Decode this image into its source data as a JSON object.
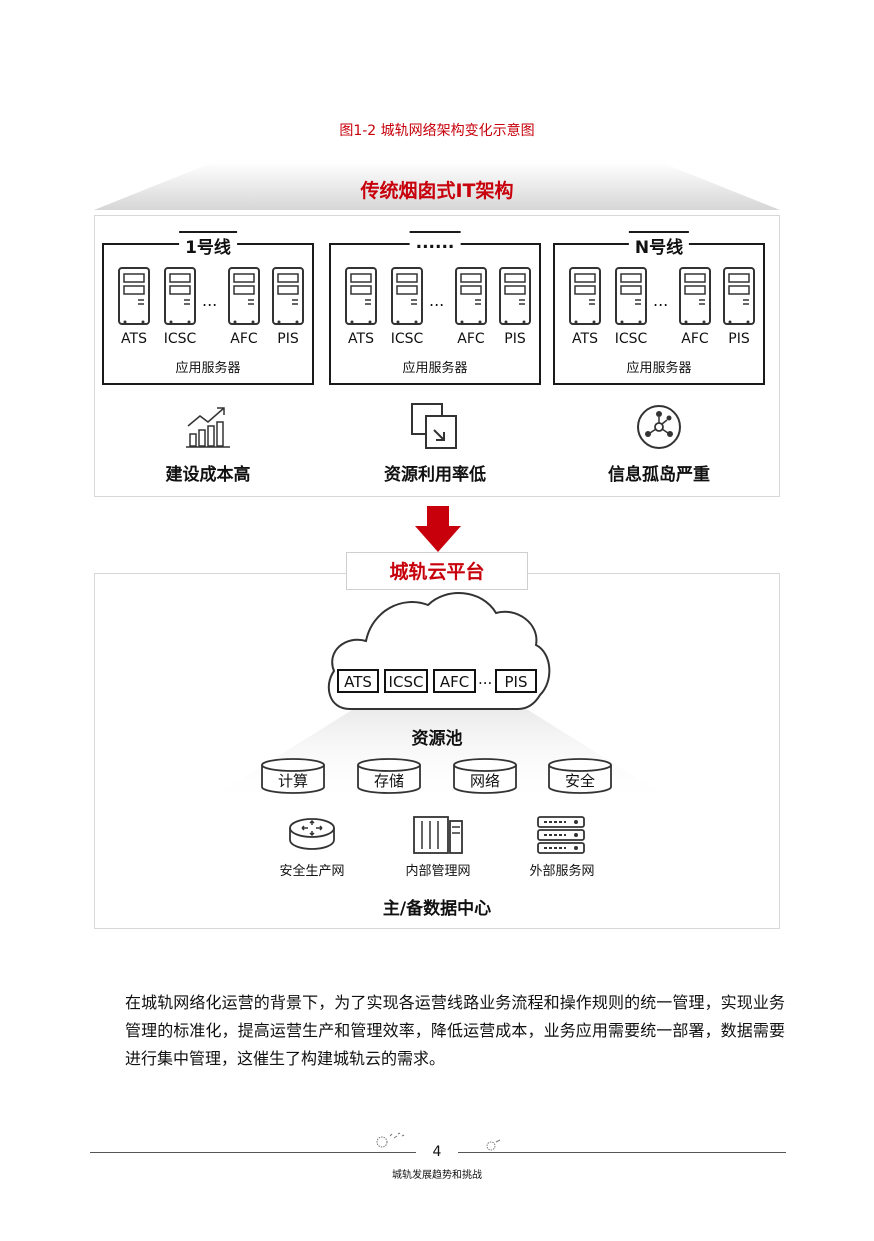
{
  "figure_caption": "图1-2  城轨网络架构变化示意图",
  "traditional": {
    "title": "传统烟囱式IT架构",
    "lines": [
      {
        "title": "1号线",
        "servers": [
          "ATS",
          "ICSC",
          "AFC",
          "PIS"
        ],
        "dots": "...",
        "app_label": "应用服务器"
      },
      {
        "title": "......",
        "servers": [
          "ATS",
          "ICSC",
          "AFC",
          "PIS"
        ],
        "dots": "...",
        "app_label": "应用服务器"
      },
      {
        "title": "N号线",
        "servers": [
          "ATS",
          "ICSC",
          "AFC",
          "PIS"
        ],
        "dots": "...",
        "app_label": "应用服务器"
      }
    ],
    "problems": [
      {
        "label": "建设成本高",
        "icon": "rising-bar-chart-icon"
      },
      {
        "label": "资源利用率低",
        "icon": "document-transfer-icon"
      },
      {
        "label": "信息孤岛严重",
        "icon": "network-hub-icon"
      }
    ]
  },
  "cloud": {
    "title": "城轨云平台",
    "modules": [
      "ATS",
      "ICSC",
      "AFC",
      "...",
      "PIS"
    ],
    "resource_pool": {
      "title": "资源池",
      "items": [
        "计算",
        "存储",
        "网络",
        "安全"
      ]
    },
    "networks": [
      {
        "label": "安全生产网",
        "icon": "router-icon"
      },
      {
        "label": "内部管理网",
        "icon": "server-rack-icon"
      },
      {
        "label": "外部服务网",
        "icon": "stacked-servers-icon"
      }
    ],
    "datacenter": "主/备数据中心"
  },
  "paragraph": "在城轨网络化运营的背景下，为了实现各运营线路业务流程和操作规则的统一管理，实现业务管理的标准化，提高运营生产和管理效率，降低运营成本，业务应用需要统一部署，数据需要进行集中管理，这催生了构建城轨云的需求。",
  "page_number": "4",
  "footer_text": "城轨发展趋势和挑战",
  "colors": {
    "accent": "#c7000b",
    "text": "#111111",
    "border": "#d8d8d8"
  }
}
